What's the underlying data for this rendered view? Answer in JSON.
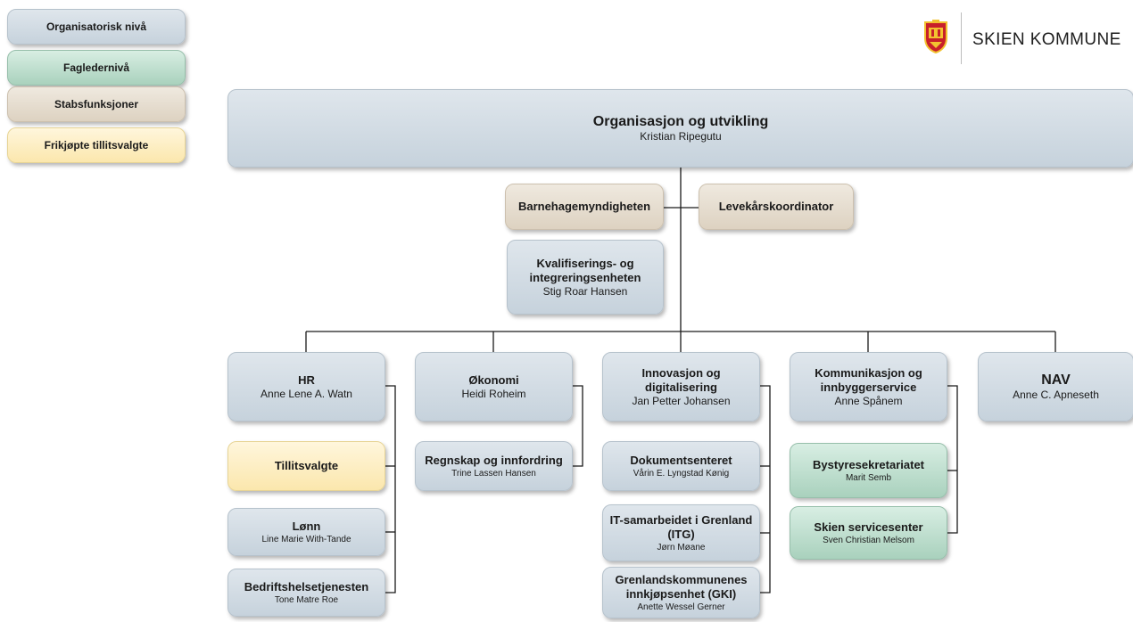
{
  "legend": {
    "organisatorisk": "Organisatorisk nivå",
    "fagleder": "Fagledernivå",
    "stab": "Stabsfunksjoner",
    "frikjopte": "Frikjøpte tillitsvalgte"
  },
  "logo": {
    "name": "SKIEN KOMMUNE"
  },
  "top": {
    "title": "Organisasjon og utvikling",
    "person": "Kristian Ripegutu"
  },
  "staff": {
    "barnehage": "Barnehagemyndigheten",
    "levekar": "Levekårskoordinator"
  },
  "kvalifisering": {
    "title1": "Kvalifiserings- og",
    "title2": "integreringsenheten",
    "person": "Stig Roar Hansen"
  },
  "hr": {
    "title": "HR",
    "person": "Anne Lene A. Watn",
    "tillitsvalgte": "Tillitsvalgte",
    "lonn": {
      "title": "Lønn",
      "person": "Line Marie With-Tande"
    },
    "bht": {
      "title": "Bedriftshelsetjenesten",
      "person": "Tone Matre Roe"
    }
  },
  "okonomi": {
    "title": "Økonomi",
    "person": "Heidi Roheim",
    "regnskap": {
      "title": "Regnskap og innfordring",
      "person": "Trine Lassen Hansen"
    }
  },
  "innovasjon": {
    "title1": "Innovasjon og",
    "title2": "digitalisering",
    "person": "Jan Petter Johansen",
    "dok": {
      "title": "Dokumentsenteret",
      "person": "Vårin E. Lyngstad Kønig"
    },
    "itg": {
      "title1": "IT-samarbeidet i Grenland",
      "title2": "(ITG)",
      "person": "Jørn Møane"
    },
    "gki": {
      "title1": "Grenlandskommunenes",
      "title2": "innkjøpsenhet (GKI)",
      "person": "Anette Wessel Gerner"
    }
  },
  "kommunikasjon": {
    "title1": "Kommunikasjon og",
    "title2": "innbyggerservice",
    "person": "Anne Spånem",
    "bystyre": {
      "title": "Bystyresekretariatet",
      "person": "Marit Semb"
    },
    "service": {
      "title": "Skien servicesenter",
      "person": "Sven Christian Melsom"
    }
  },
  "nav": {
    "title": "NAV",
    "person": "Anne C. Apneseth"
  },
  "colors": {
    "organisatorisk": "#cfd9e1",
    "fagleder": "#b9dcc9",
    "stab": "#e6ddd0",
    "frikjopte": "#fdeec4",
    "logo_red": "#c8202a",
    "logo_yellow": "#f2c230"
  }
}
